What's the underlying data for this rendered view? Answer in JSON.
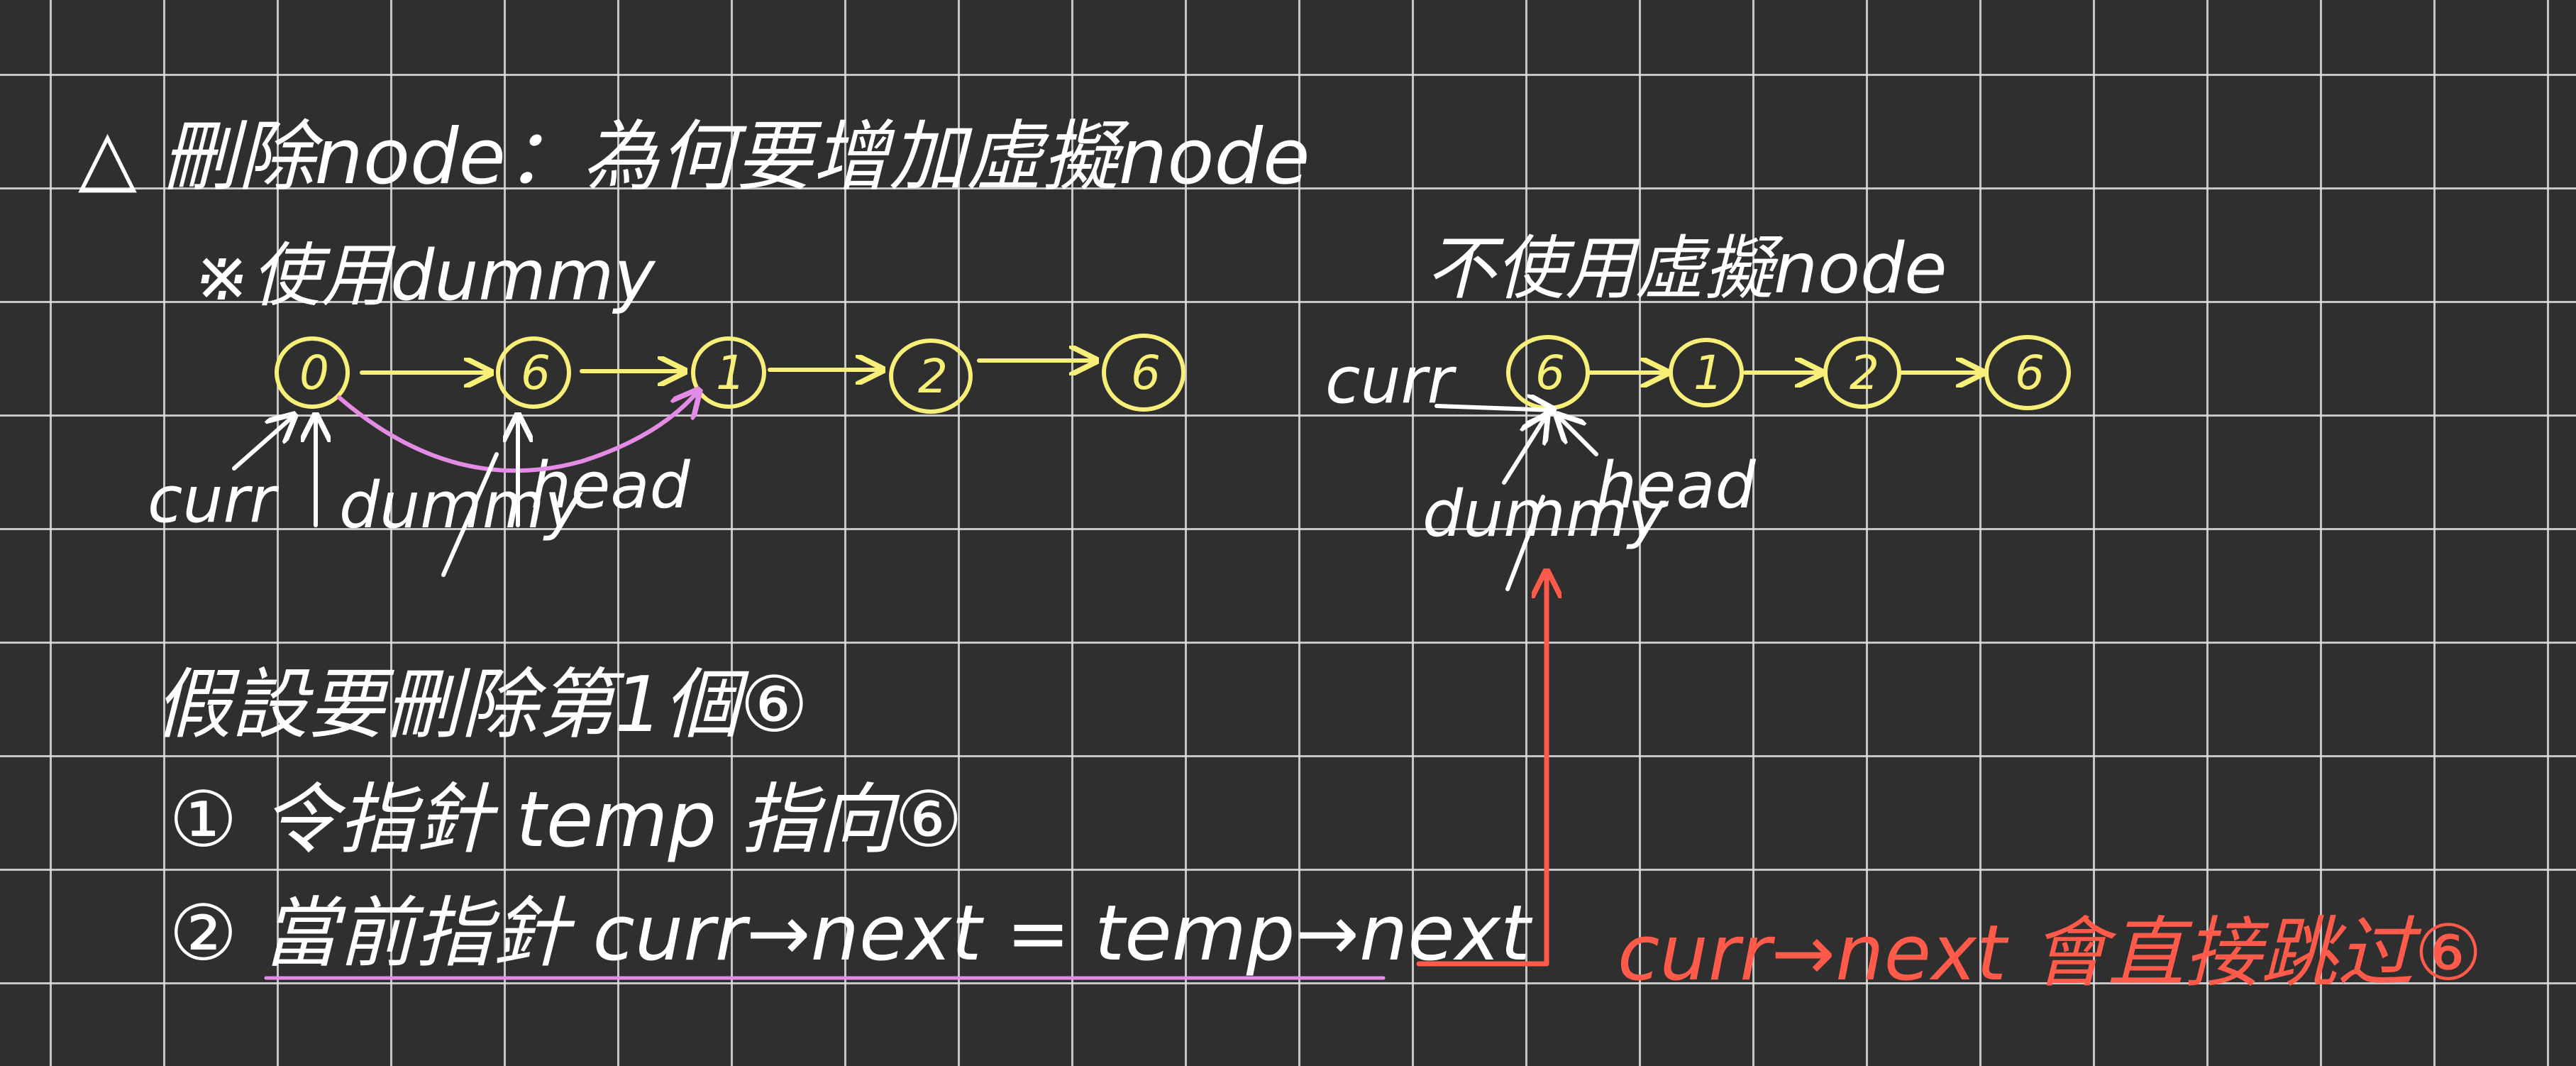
{
  "title": "△ 刪除node：為何要增加虛擬node",
  "left": {
    "subtitle": "※使用dummy",
    "nodes": [
      "0",
      "6",
      "1",
      "2",
      "6"
    ],
    "labels": {
      "curr": "curr",
      "dummy": "dummy",
      "head": "head"
    }
  },
  "right": {
    "subtitle": "不使用虛擬node",
    "nodes": [
      "6",
      "1",
      "2",
      "6"
    ],
    "labels": {
      "curr": "curr",
      "dummy": "dummy",
      "head": "head"
    }
  },
  "steps": {
    "intro": "假設要刪除第1個⑥",
    "step1": "① 令指針 temp 指向⑥",
    "step2": "② 當前指針 curr→next = temp→next"
  },
  "note": "curr→next 會直接跳过⑥",
  "colors": {
    "background": "#2f2f2f",
    "grid": "#e1e1e1",
    "text": "#ffffff",
    "nodes": "#f7ef77",
    "highlight": "#e48be6",
    "note": "#ff5a4a"
  }
}
